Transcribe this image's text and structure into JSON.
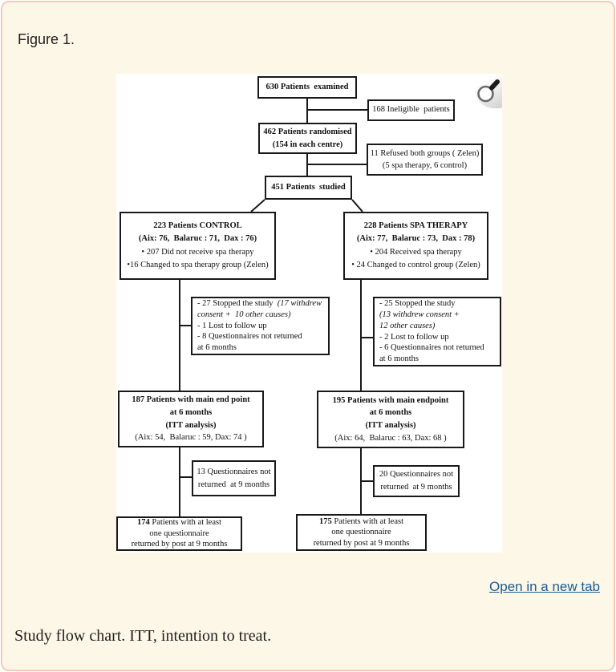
{
  "page": {
    "figure_label": "Figure 1.",
    "open_link": "Open in a new tab",
    "caption": "Study flow chart. ITT, intention to treat."
  },
  "colors": {
    "page_background": "#FDF7E7",
    "page_border": "#F3CBB9",
    "panel_background": "#FFFFFF",
    "box_border": "#191919",
    "link": "#1A5C94",
    "text": "#202122"
  },
  "flowchart": {
    "examined": {
      "l1": "630 Patients  examined"
    },
    "ineligible": {
      "l1": "168 Ineligible  patients"
    },
    "randomised": {
      "l1": "462 Patients randomised",
      "l2": "(154 in each centre)"
    },
    "refused": {
      "l1": "11 Refused both groups ( Zelen)",
      "l2": "(5 spa therapy, 6 control)"
    },
    "studied": {
      "l1": "451 Patients  studied"
    },
    "control": {
      "l1": "223 Patients CONTROL",
      "l2": "(Aix: 76,  Balaruc : 71,  Dax : 76)",
      "l3": "• 207 Did not receive spa therapy",
      "l4": "•16 Changed to spa therapy group (Zelen)"
    },
    "spa": {
      "l1": "228 Patients SPA THERAPY",
      "l2": "(Aix: 77,  Balaruc : 73,  Dax : 78)",
      "l3": "• 204 Received spa therapy",
      "l4": "• 24 Changed to control group (Zelen)"
    },
    "stopped_left": {
      "l1a": "- 27 Stopped the study  ",
      "l1b": "(17 withdrew",
      "l2": "consent +  10 other causes)",
      "l3": "- 1 Lost to follow up",
      "l4": "- 8 Questionnaires not returned",
      "l5": "at 6 months"
    },
    "stopped_right": {
      "l1": "- 25 Stopped the study",
      "l2": "(13 withdrew consent +",
      "l3": "12 other causes)",
      "l4": "- 2 Lost to follow up",
      "l5": "- 6 Questionnaires not returned",
      "l6": "at 6 months"
    },
    "itt_left": {
      "l1": "187 Patients with main end point",
      "l2": "at 6 months",
      "l3": "(ITT analysis)",
      "l4": "(Aix: 54,  Balaruc : 59, Dax: 74 )"
    },
    "itt_right": {
      "l1": "195 Patients with main endpoint",
      "l2": "at 6 months",
      "l3": "(ITT analysis)",
      "l4": "(Aix: 64,  Balaruc : 63, Dax: 68 )"
    },
    "q9_left": {
      "l1": "13 Questionnaires not",
      "l2": "returned  at 9 months"
    },
    "q9_right": {
      "l1": "20 Questionnaires not",
      "l2": "returned  at 9 months"
    },
    "final_left": {
      "n": "174",
      "l1": " Patients with at least",
      "l2": "one questionnaire",
      "l3": "returned by post at 9 months"
    },
    "final_right": {
      "n": "175",
      "l1": " Patients with at least",
      "l2": "one questionnaire",
      "l3": "returned by post at 9 months"
    }
  }
}
